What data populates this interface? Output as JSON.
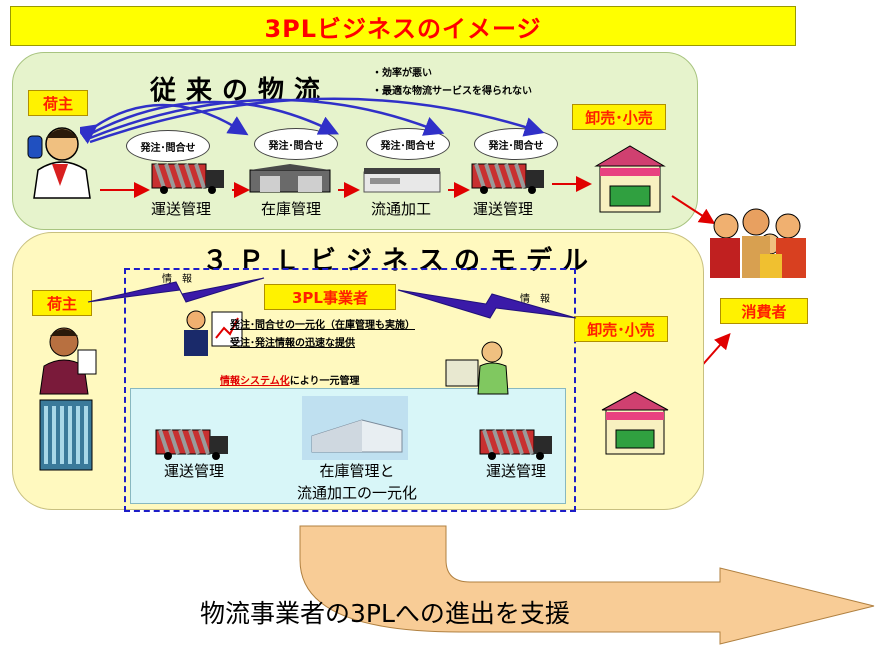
{
  "title": "3PLビジネスのイメージ",
  "top": {
    "heading": "従来の物流",
    "notes": [
      "・効率が悪い",
      "・最適な物流サービスを得られない"
    ],
    "shipper": "荷主",
    "retail": "卸売･小売",
    "inquiry": "発注･問合せ",
    "steps": [
      "運送管理",
      "在庫管理",
      "流通加工",
      "運送管理"
    ]
  },
  "bottom": {
    "heading": "３ＰＬビジネスのモデル",
    "shipper": "荷主",
    "provider": "3PL事業者",
    "info": "情　報",
    "retail": "卸売･小売",
    "bullet1": "発注･問合せの一元化（在庫管理も実施）",
    "bullet2": "受注･発注情報の迅速な提供",
    "system_red": "情報システム化",
    "system_rest": "により一元管理",
    "step1": "運送管理",
    "step2_line1": "在庫管理と",
    "step2_line2": "流通加工の一元化",
    "step3": "運送管理"
  },
  "consumer": "消費者",
  "support": "物流事業者の3PLへの進出を支援",
  "colors": {
    "banner": "#ffff00",
    "title_red": "#ff0000",
    "top_panel": "#e6f3cc",
    "bottom_panel": "#fff9bf",
    "dashed_blue": "#1c1cc8",
    "arrow_red": "#e00000",
    "big_arrow": "#f8cc96"
  }
}
